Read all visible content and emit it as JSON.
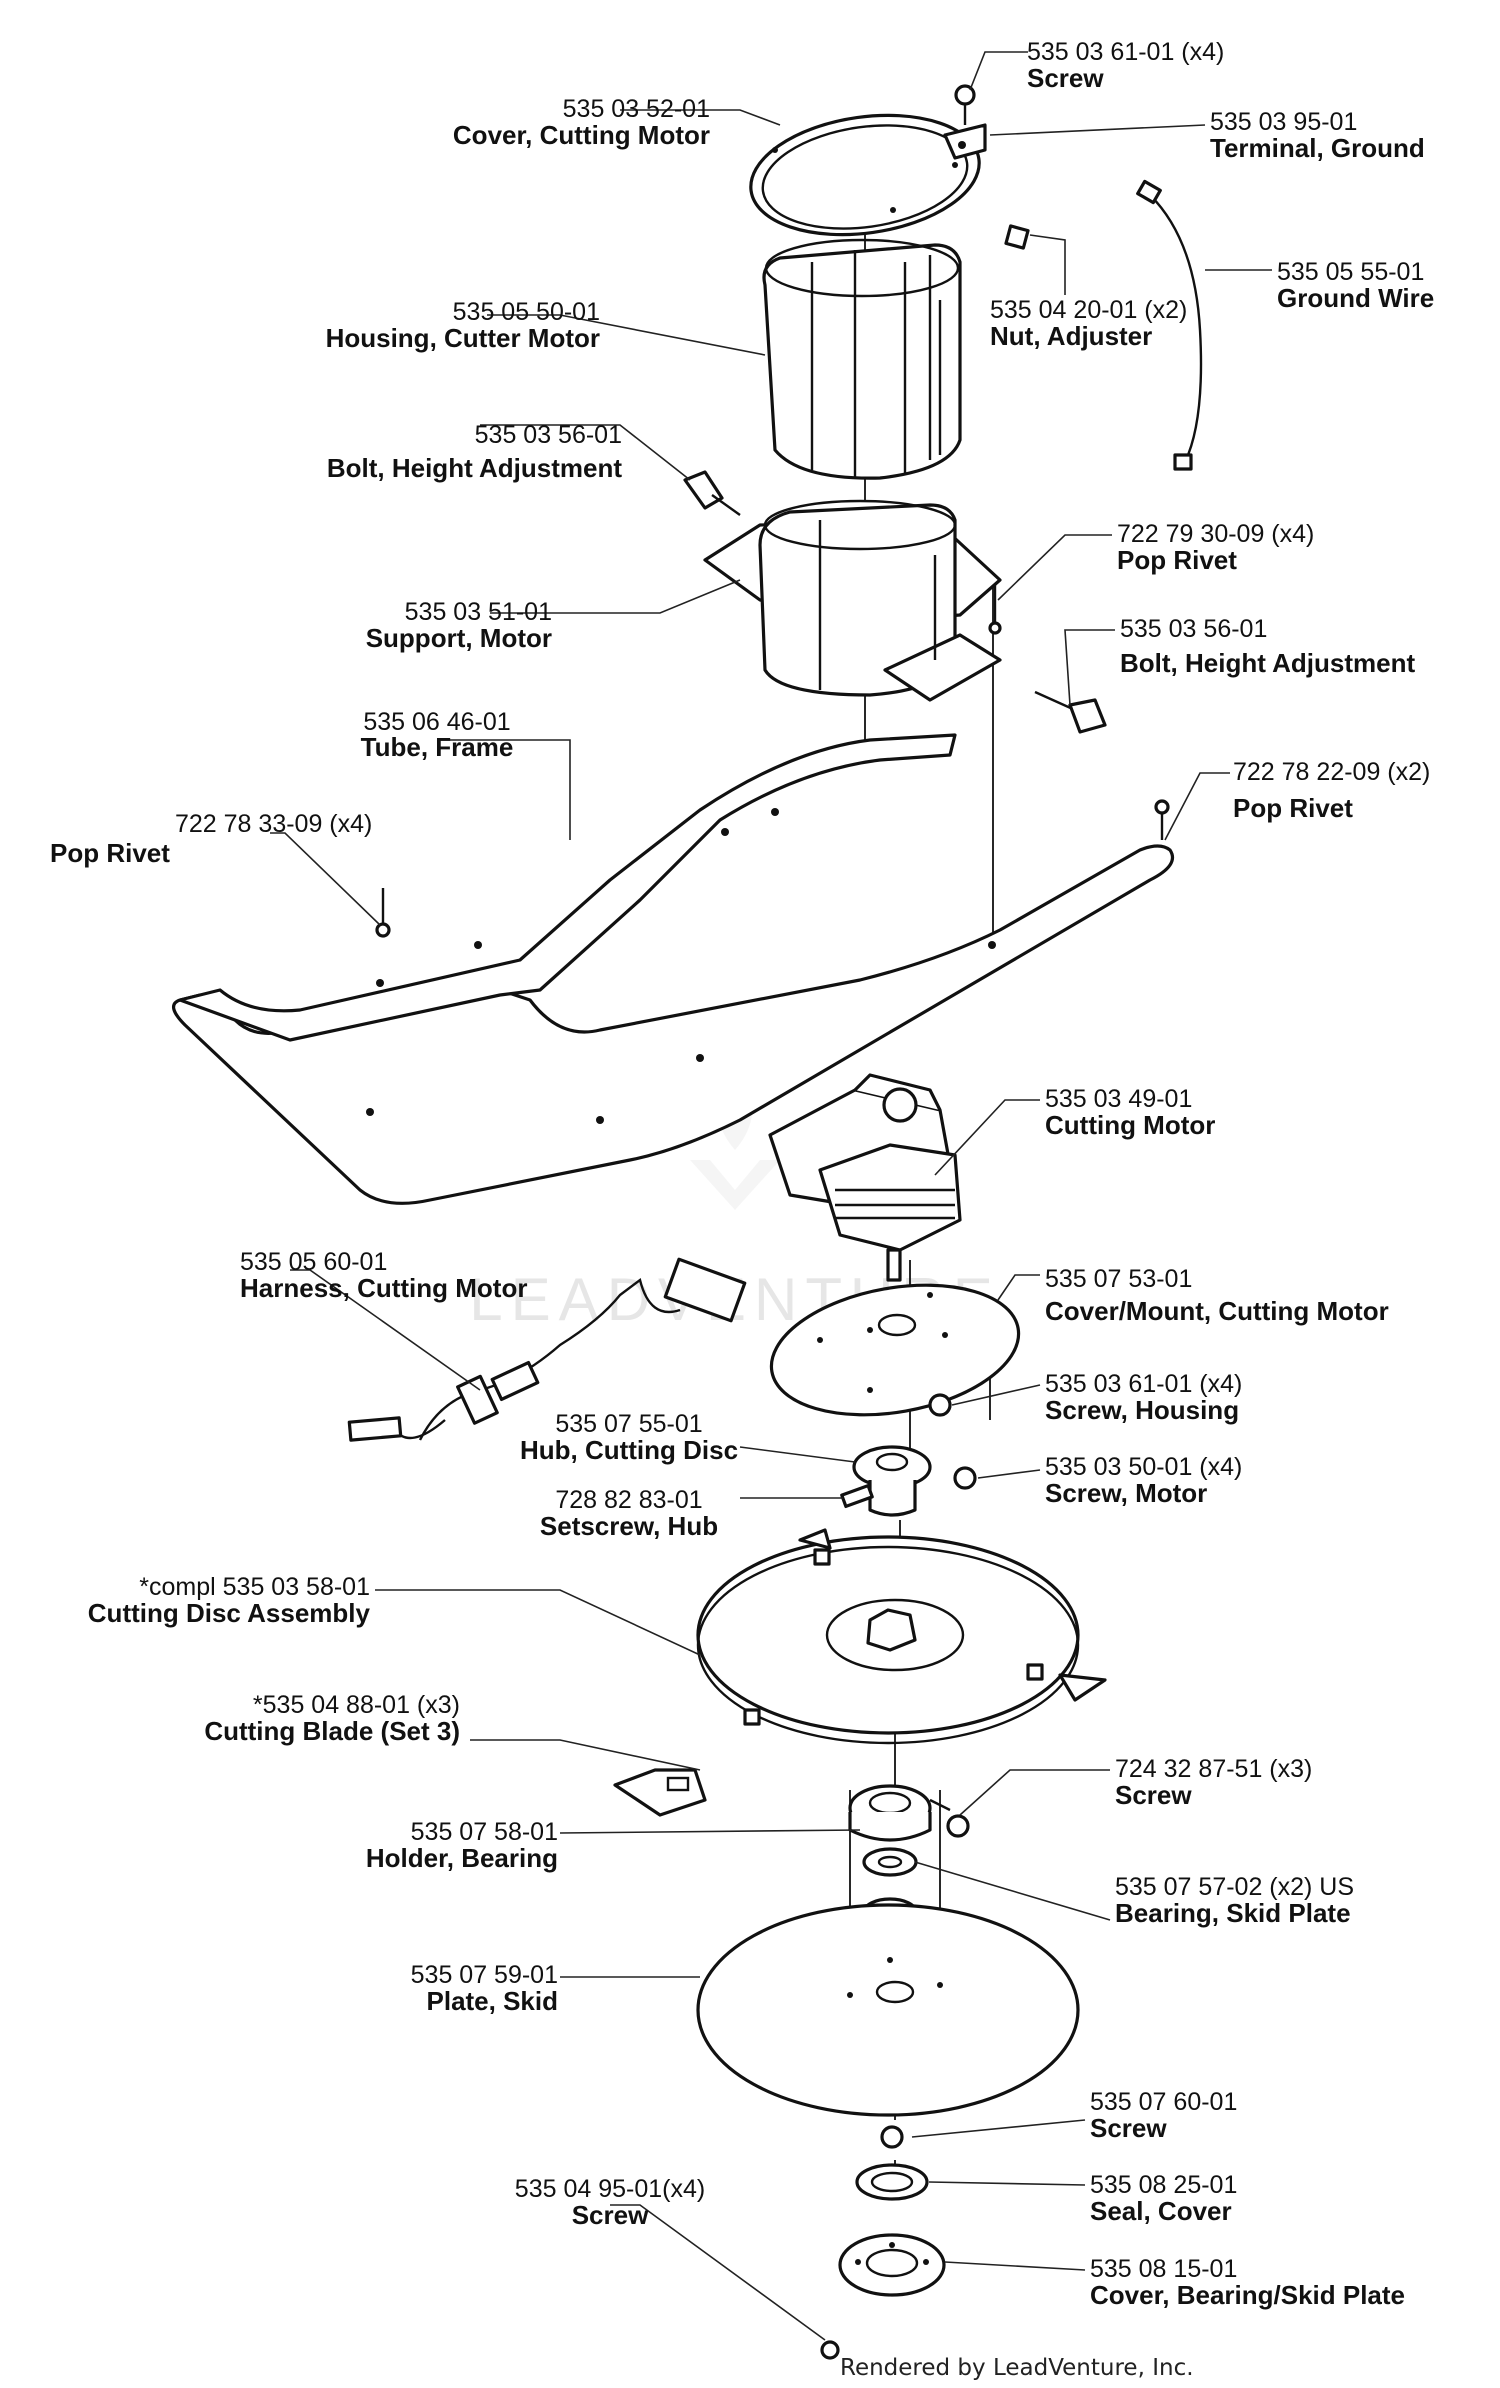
{
  "callouts": [
    {
      "id": "p1",
      "num": "535 03 61-01 (x4)",
      "desc": "Screw"
    },
    {
      "id": "p2",
      "num": "535 03 52-01",
      "desc": "Cover, Cutting Motor"
    },
    {
      "id": "p3",
      "num": "535 03 95-01",
      "desc": "Terminal, Ground"
    },
    {
      "id": "p4",
      "num": "535 05 55-01",
      "desc": "Ground Wire"
    },
    {
      "id": "p5",
      "num": "535 05 50-01",
      "desc": "Housing, Cutter Motor"
    },
    {
      "id": "p6",
      "num": "535 04 20-01 (x2)",
      "desc": "Nut, Adjuster"
    },
    {
      "id": "p7",
      "num": "535 03 56-01",
      "desc": "Bolt, Height Adjustment"
    },
    {
      "id": "p8",
      "num": "722 79 30-09 (x4)",
      "desc": "Pop Rivet"
    },
    {
      "id": "p9",
      "num": "535 03 51-01",
      "desc": "Support, Motor"
    },
    {
      "id": "p10",
      "num": "535 03 56-01",
      "desc": "Bolt, Height Adjustment"
    },
    {
      "id": "p11",
      "num": "535 06 46-01",
      "desc": "Tube, Frame"
    },
    {
      "id": "p12",
      "num": "722 78 22-09 (x2)",
      "desc": "Pop Rivet"
    },
    {
      "id": "p13",
      "num": "722 78 33-09 (x4)",
      "desc": "Pop Rivet"
    },
    {
      "id": "p14",
      "num": "535 03 49-01",
      "desc": "Cutting Motor"
    },
    {
      "id": "p15",
      "num": "535 05 60-01",
      "desc": "Harness, Cutting Motor"
    },
    {
      "id": "p16",
      "num": "535 07 53-01",
      "desc": "Cover/Mount, Cutting Motor"
    },
    {
      "id": "p17",
      "num": "535 03 61-01 (x4)",
      "desc": "Screw, Housing"
    },
    {
      "id": "p18",
      "num": "535 07 55-01",
      "desc": "Hub, Cutting Disc"
    },
    {
      "id": "p19",
      "num": "535 03 50-01 (x4)",
      "desc": "Screw, Motor"
    },
    {
      "id": "p20",
      "num": "728 82 83-01",
      "desc": "Setscrew, Hub"
    },
    {
      "id": "p21",
      "num": "*compl 535 03 58-01",
      "desc": "Cutting Disc Assembly"
    },
    {
      "id": "p22",
      "num": "*535 04 88-01 (x3)",
      "desc": "Cutting Blade (Set 3)"
    },
    {
      "id": "p23",
      "num": "724 32 87-51 (x3)",
      "desc": "Screw"
    },
    {
      "id": "p24",
      "num": "535 07 58-01",
      "desc": "Holder, Bearing"
    },
    {
      "id": "p25",
      "num": "535 07 57-02 (x2)  US",
      "desc": "Bearing, Skid Plate"
    },
    {
      "id": "p26",
      "num": "535 07 59-01",
      "desc": "Plate, Skid"
    },
    {
      "id": "p27",
      "num": "535 07 60-01",
      "desc": "Screw"
    },
    {
      "id": "p28",
      "num": "535 08 25-01",
      "desc": "Seal, Cover"
    },
    {
      "id": "p29",
      "num": "535 04 95-01(x4)",
      "desc": "Screw"
    },
    {
      "id": "p30",
      "num": "535 08 15-01",
      "desc": "Cover, Bearing/Skid Plate"
    }
  ],
  "watermark": "LEADVENTURE",
  "footer": "Rendered by LeadVenture, Inc."
}
